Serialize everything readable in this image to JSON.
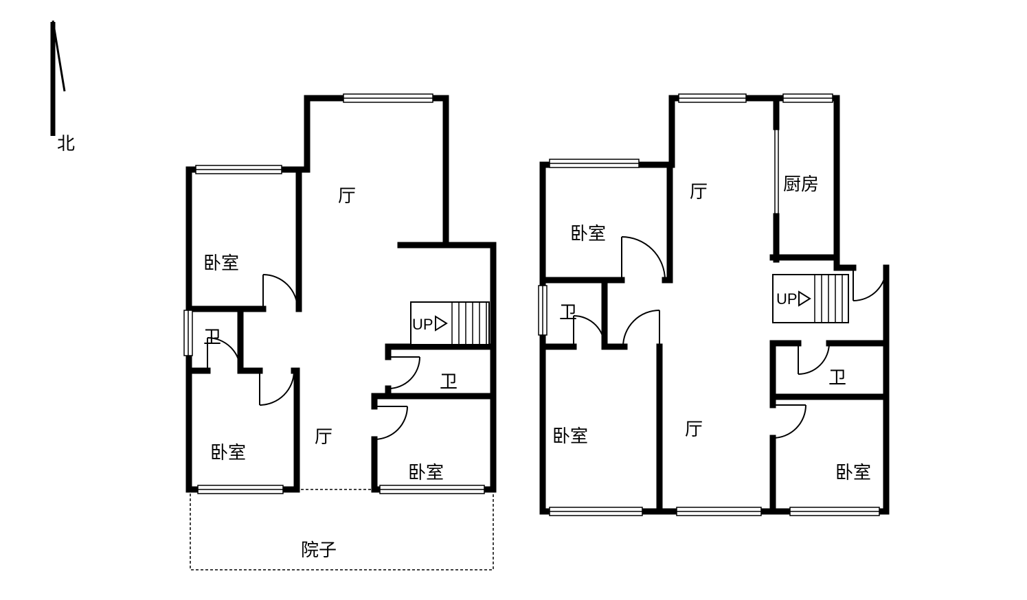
{
  "background": "#ffffff",
  "line_color": "#000000",
  "compass": {
    "label": "北"
  },
  "floor_left": {
    "rooms": {
      "hall_upper": "厅",
      "bedroom_upper_left": "卧室",
      "bath_left": "卫",
      "bedroom_lower_left": "卧室",
      "hall_lower": "厅",
      "stairs_label": "UP",
      "bath_right": "卫",
      "bedroom_lower_right": "卧室",
      "courtyard": "院子"
    }
  },
  "floor_right": {
    "rooms": {
      "bedroom_upper_left": "卧室",
      "hall_upper": "厅",
      "kitchen": "厨房",
      "bath_left": "卫",
      "stairs_label": "UP",
      "bedroom_lower_left": "卧室",
      "hall_lower": "厅",
      "bath_right": "卫",
      "bedroom_lower_right": "卧室"
    }
  }
}
